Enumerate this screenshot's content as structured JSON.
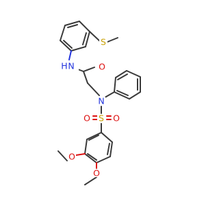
{
  "molecule": {
    "atoms": {
      "thioether_s": "S",
      "amide_nh": "N",
      "amide_h": "H",
      "carbonyl_o": "O",
      "sulfonamide_n": "N",
      "sulfonyl_s": "S",
      "sulfonyl_o_left": "O",
      "sulfonyl_o_right": "O",
      "methoxy_o_upper": "O",
      "methoxy_o_lower": "O"
    },
    "colors": {
      "bond": "#3a3a3a",
      "oxygen": "#dd1111",
      "nitrogen": "#2233dd",
      "sulfur": "#c8a000"
    }
  }
}
